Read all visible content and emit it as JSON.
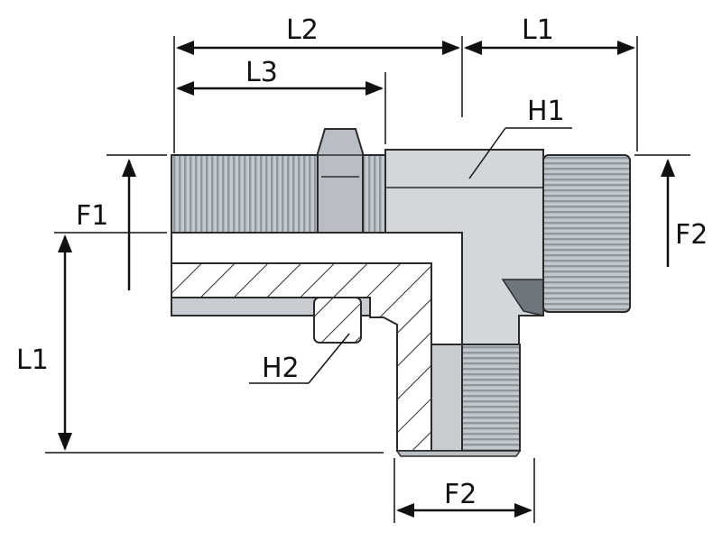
{
  "labels": {
    "l2": "L2",
    "l1_top": "L1",
    "l3": "L3",
    "h1": "H1",
    "f1": "F1",
    "f2_right": "F2",
    "l1_left": "L1",
    "h2": "H2",
    "f2_bottom": "F2"
  },
  "colors": {
    "metal_light": "#d3d7db",
    "metal_mid": "#b9bec4",
    "metal_dark": "#9aa0a7",
    "thread_dark": "#8c939b",
    "outline": "#2b2b2b",
    "dimension": "#111111"
  }
}
